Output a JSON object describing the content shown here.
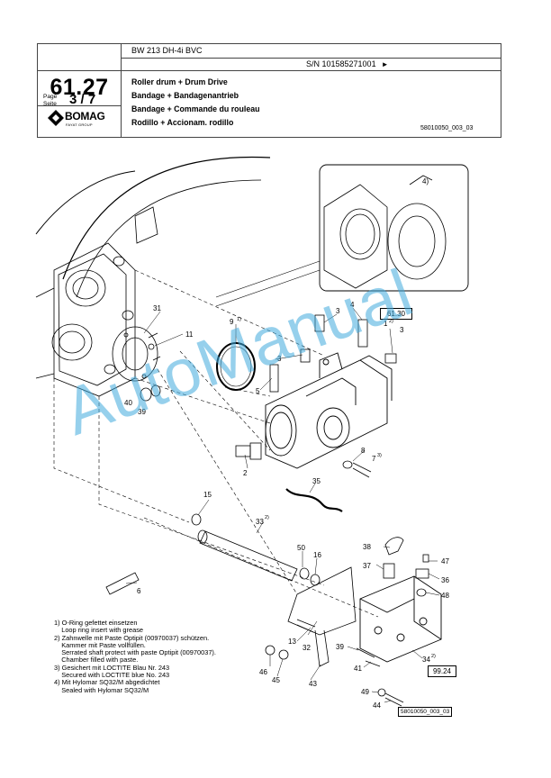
{
  "header": {
    "model": "BW 213 DH-4i BVC",
    "serial": "S/N 101585271001",
    "serial_arrow": "►",
    "page_number": "61.27",
    "page_label_en": "Page",
    "page_label_de": "Seite",
    "page_value": "3 / 7",
    "logo_text": "BOMAG",
    "logo_sub": "FAYAT GROUP",
    "titles": [
      "Roller drum + Drum Drive",
      "Bandage + Bandagenantrieb",
      "Bandage + Commande du rouleau",
      "Rodillo + Accionam. rodillo"
    ],
    "drawing_ref": "58010050_003_03"
  },
  "drawing": {
    "refs": {
      "box_61_30": "61.30",
      "box_99_24": "99.24",
      "bottom_ref": "58010050_003_03"
    },
    "callouts": {
      "c1": "1",
      "c2": "2",
      "c3a": "3",
      "c3b": "3",
      "c3c": "3",
      "c4": "4",
      "c4b": "4)",
      "c5": "5",
      "c6": "6",
      "c7": "7",
      "c8": "8",
      "c9": "9",
      "c11": "11",
      "c13": "13",
      "c15": "15",
      "c16": "16",
      "c31": "31",
      "c32": "32",
      "c33": "33",
      "c34": "34",
      "c35": "35",
      "c36": "36",
      "c37": "37",
      "c38": "38",
      "c39a": "39",
      "c39b": "39",
      "c40": "40",
      "c41": "41",
      "c43": "43",
      "c44": "44",
      "c45": "45",
      "c46": "46",
      "c47": "47",
      "c48": "48",
      "c49": "49",
      "c50": "50"
    },
    "sups": {
      "s1": "2)",
      "s9": "1)",
      "s7": "3)",
      "s33": "2)",
      "s34": "2)"
    }
  },
  "notes": [
    "1) O-Ring gefettet einsetzen",
    "    Loop ring insert with grease",
    "2) Zahnwelle mit Paste Optipit (00970037) schützen.",
    "    Kammer mit Paste vollfüllen.",
    "    Serrated shaft protect with paste Optipit (00970037).",
    "    Chamber filled with paste.",
    "3) Gesichert mit LOCTITE Blau Nr. 243",
    "    Secured with LOCTITE blue No. 243",
    "4) Mit Hylomar SQ32/M abgedichtet",
    "    Sealed with Hylomar SQ32/M"
  ],
  "watermark": "AutoManual",
  "colors": {
    "watermark": "#40aadc",
    "line": "#000000"
  }
}
